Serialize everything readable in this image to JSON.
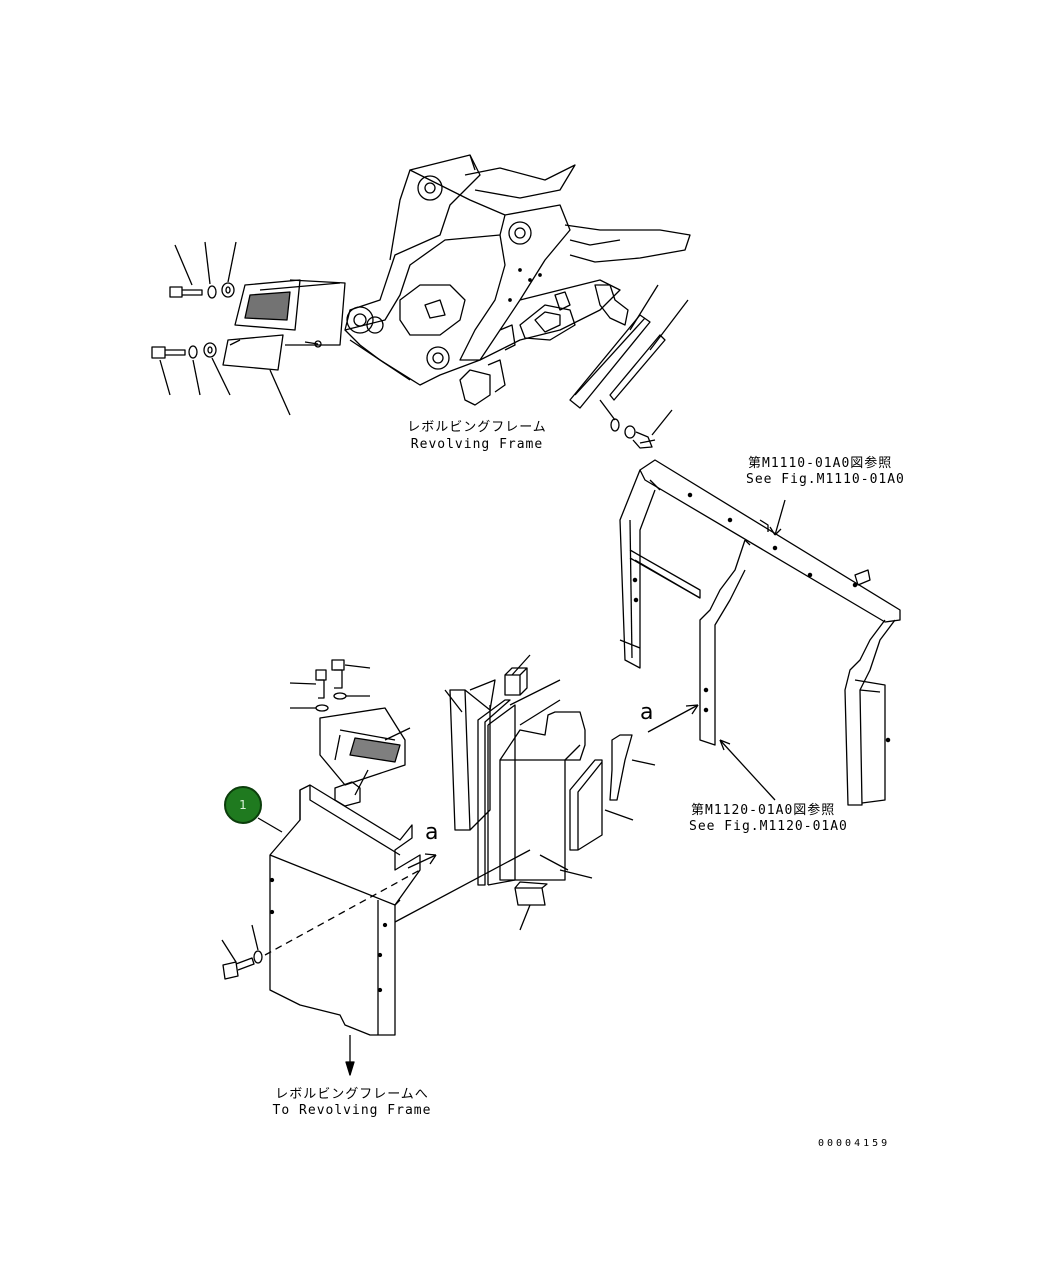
{
  "labels": {
    "revolving_frame_jp": "レボルビングフレーム",
    "revolving_frame_en": "Revolving Frame",
    "ref1_jp": "第M1110-01A0図参照",
    "ref1_en": "See Fig.M1110-01A0",
    "ref2_jp": "第M1120-01A0図参照",
    "ref2_en": "See Fig.M1120-01A0",
    "to_frame_jp": "レボルビングフレームへ",
    "to_frame_en": "To Revolving Frame",
    "drawing_number": "00004159"
  },
  "callouts": {
    "part_1": "1"
  },
  "view_markers": {
    "arrow_a_1": "a",
    "arrow_a_2": "a"
  },
  "colors": {
    "callout_fill": "#1f7a1f",
    "line": "#000000"
  }
}
